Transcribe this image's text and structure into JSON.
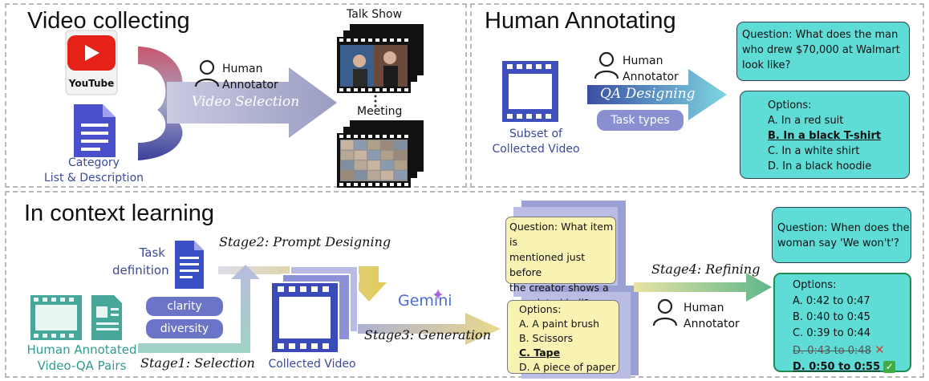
{
  "panels": {
    "video_collecting": {
      "title": "Video collecting",
      "youtube_label": "YouTube",
      "category_label_1": "Category",
      "category_label_2": "List & Description",
      "human_label_1": "Human",
      "human_label_2": "Annotator",
      "arrow_label": "Video Selection",
      "talk_show_label": "Talk Show",
      "meeting_label": "Meeting"
    },
    "human_annotating": {
      "title": "Human Annotating",
      "human_label_1": "Human",
      "human_label_2": "Annotator",
      "arrow_label": "QA Designing",
      "task_types_label": "Task types",
      "subset_label_1": "Subset of",
      "subset_label_2": "Collected Video",
      "question": [
        "Question: What does the man",
        "who drew $70,000 at Walmart",
        "look like?"
      ],
      "options_title": "Options:",
      "options": [
        "A. In a red suit",
        "B. In a black T-shirt",
        "C. In a white shirt",
        "D. In a black hoodie"
      ]
    },
    "in_context_learning": {
      "title": "In context learning",
      "task_def_1": "Task",
      "task_def_2": "definition",
      "stage2": "Stage2: Prompt Designing",
      "clarity": "clarity",
      "diversity": "diversity",
      "human_qa_1": "Human Annotated",
      "human_qa_2": "Video-QA Pairs",
      "stage1": "Stage1: Selection",
      "collected_video": "Collected Video",
      "gemini": "Gemini",
      "stage3": "Stage3: Generation",
      "gen_question": [
        "Question: What item is",
        "mentioned just before",
        "the creator shows a",
        "completed ball?"
      ],
      "gen_options_title": "Options:",
      "gen_options": [
        "A. A paint brush",
        "B. Scissors",
        "C. Tape",
        "D. A piece of paper"
      ],
      "stage4": "Stage4: Refining",
      "human_label_1": "Human",
      "human_label_2": "Annotator",
      "ref_question": [
        "Question: When does the",
        "woman say 'We won't'?"
      ],
      "ref_options_title": "Options:",
      "ref_options": [
        "A. 0:42 to 0:47",
        "B. 0:40 to 0:45",
        "C. 0:39 to 0:44",
        "D. 0:43 to 0:48",
        "D. 0:50 to 0:55"
      ],
      "wrong_mark": "✕",
      "right_mark": "✓"
    }
  },
  "colors": {
    "blue": "#3a4a9a",
    "teal": "#2f9b8e",
    "cyan_box": "#5fdcd5",
    "yellow_box": "#f8f2b3",
    "pill": "#8a8fcf",
    "youtube_red": "#e62117"
  }
}
